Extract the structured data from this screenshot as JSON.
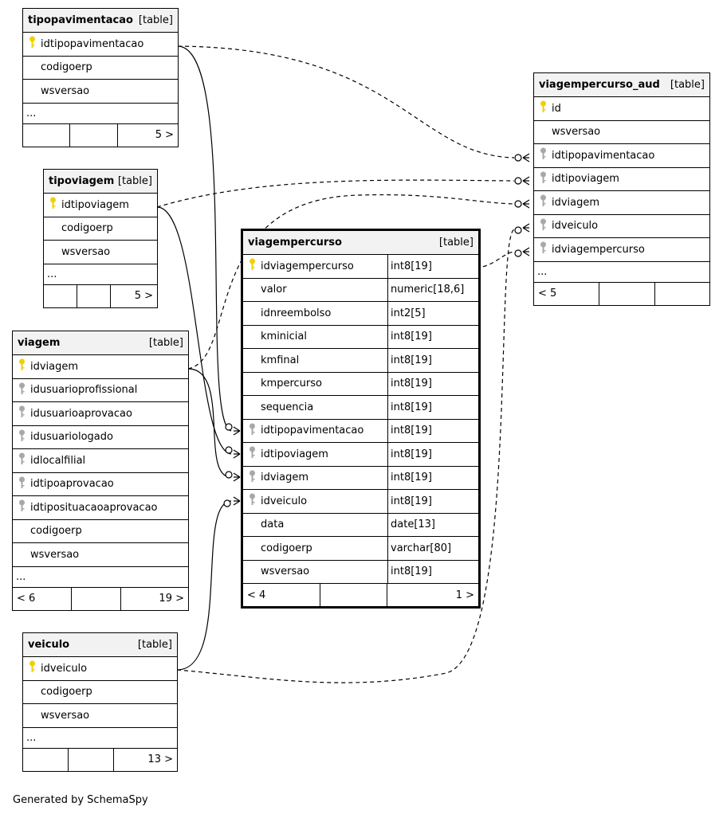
{
  "tables": {
    "tipopavimentacao": {
      "name": "tipopavimentacao",
      "type": "[table]",
      "columns": [
        {
          "name": "idtipopavimentacao",
          "key": "pk"
        },
        {
          "name": "codigoerp",
          "key": "none"
        },
        {
          "name": "wsversao",
          "key": "none"
        }
      ],
      "more": "...",
      "footer": [
        "",
        "",
        "5 >"
      ]
    },
    "tipoviagem": {
      "name": "tipoviagem",
      "type": "[table]",
      "columns": [
        {
          "name": "idtipoviagem",
          "key": "pk"
        },
        {
          "name": "codigoerp",
          "key": "none"
        },
        {
          "name": "wsversao",
          "key": "none"
        }
      ],
      "more": "...",
      "footer": [
        "",
        "",
        "5 >"
      ]
    },
    "viagem": {
      "name": "viagem",
      "type": "[table]",
      "columns": [
        {
          "name": "idviagem",
          "key": "pk"
        },
        {
          "name": "idusuarioprofissional",
          "key": "fk"
        },
        {
          "name": "idusuarioaprovacao",
          "key": "fk"
        },
        {
          "name": "idusuariologado",
          "key": "fk"
        },
        {
          "name": "idlocalfilial",
          "key": "fk"
        },
        {
          "name": "idtipoaprovacao",
          "key": "fk"
        },
        {
          "name": "idtiposituacaoaprovacao",
          "key": "fk"
        },
        {
          "name": "codigoerp",
          "key": "none"
        },
        {
          "name": "wsversao",
          "key": "none"
        }
      ],
      "more": "...",
      "footer": [
        "< 6",
        "",
        "19 >"
      ]
    },
    "veiculo": {
      "name": "veiculo",
      "type": "[table]",
      "columns": [
        {
          "name": "idveiculo",
          "key": "pk"
        },
        {
          "name": "codigoerp",
          "key": "none"
        },
        {
          "name": "wsversao",
          "key": "none"
        }
      ],
      "more": "...",
      "footer": [
        "",
        "",
        "13 >"
      ]
    },
    "viagempercurso": {
      "name": "viagempercurso",
      "type": "[table]",
      "columns": [
        {
          "name": "idviagempercurso",
          "type": "int8[19]",
          "key": "pk"
        },
        {
          "name": "valor",
          "type": "numeric[18,6]",
          "key": "none"
        },
        {
          "name": "idnreembolso",
          "type": "int2[5]",
          "key": "none"
        },
        {
          "name": "kminicial",
          "type": "int8[19]",
          "key": "none"
        },
        {
          "name": "kmfinal",
          "type": "int8[19]",
          "key": "none"
        },
        {
          "name": "kmpercurso",
          "type": "int8[19]",
          "key": "none"
        },
        {
          "name": "sequencia",
          "type": "int8[19]",
          "key": "none"
        },
        {
          "name": "idtipopavimentacao",
          "type": "int8[19]",
          "key": "fk"
        },
        {
          "name": "idtipoviagem",
          "type": "int8[19]",
          "key": "fk"
        },
        {
          "name": "idviagem",
          "type": "int8[19]",
          "key": "fk"
        },
        {
          "name": "idveiculo",
          "type": "int8[19]",
          "key": "fk"
        },
        {
          "name": "data",
          "type": "date[13]",
          "key": "none"
        },
        {
          "name": "codigoerp",
          "type": "varchar[80]",
          "key": "none"
        },
        {
          "name": "wsversao",
          "type": "int8[19]",
          "key": "none"
        }
      ],
      "footer": [
        "< 4",
        "",
        "1 >"
      ]
    },
    "viagempercurso_aud": {
      "name": "viagempercurso_aud",
      "type": "[table]",
      "columns": [
        {
          "name": "id",
          "key": "pk"
        },
        {
          "name": "wsversao",
          "key": "none"
        },
        {
          "name": "idtipopavimentacao",
          "key": "fk"
        },
        {
          "name": "idtipoviagem",
          "key": "fk"
        },
        {
          "name": "idviagem",
          "key": "fk"
        },
        {
          "name": "idveiculo",
          "key": "fk"
        },
        {
          "name": "idviagempercurso",
          "key": "fk"
        }
      ],
      "more": "...",
      "footer": [
        "< 5",
        "",
        ""
      ]
    }
  },
  "credit": "Generated by SchemaSpy",
  "colors": {
    "pk_key": "#f0d000",
    "fk_key": "#a8a8a8",
    "header_bg": "#f2f2f2"
  }
}
